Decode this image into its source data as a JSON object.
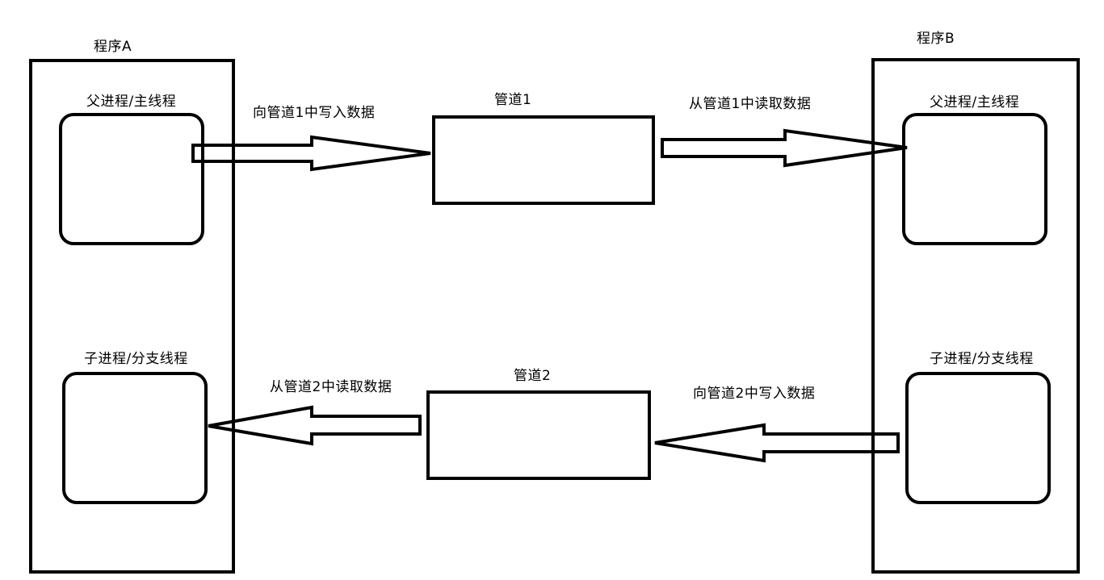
{
  "program_a": {
    "title": "程序A",
    "parent_label": "父进程/主线程",
    "child_label": "子进程/分支线程"
  },
  "program_b": {
    "title": "程序B",
    "parent_label": "父进程/主线程",
    "child_label": "子进程/分支线程"
  },
  "pipe1": {
    "label": "管道1",
    "write_label": "向管道1中写入数据",
    "read_label": "从管道1中读取数据"
  },
  "pipe2": {
    "label": "管道2",
    "write_label": "向管道2中写入数据",
    "read_label": "从管道2中读取数据"
  },
  "colors": {
    "stroke": "#000000",
    "background": "#ffffff"
  }
}
